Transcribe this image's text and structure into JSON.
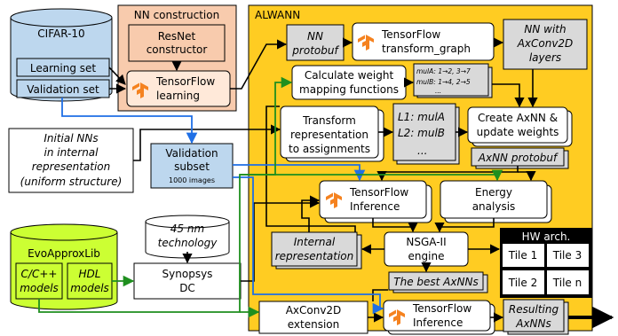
{
  "nn_construction": {
    "title": "NN construction",
    "resnet_line1": "ResNet",
    "resnet_line2": "constructor",
    "tf_learning_line1": "TensorFlow",
    "tf_learning_line2": "learning"
  },
  "cifar": {
    "title": "CIFAR-10",
    "learning_set": "Learning set",
    "validation_set": "Validation set"
  },
  "initial_nns": {
    "line1": "Initial NNs",
    "line2": "in internal",
    "line3": "representation",
    "line4": "(uniform structure)"
  },
  "validation_subset": {
    "line1": "Validation",
    "line2": "subset",
    "note": "1000 images"
  },
  "technology": {
    "line1": "45 nm",
    "line2": "technology"
  },
  "synopsys": {
    "line1": "Synopsys",
    "line2": "DC"
  },
  "evoapprox": {
    "title": "EvoApproxLib",
    "cpp_line1": "C/C++",
    "cpp_line2": "models",
    "hdl_line1": "HDL",
    "hdl_line2": "models"
  },
  "alwann": {
    "title": "ALWANN",
    "nn_protobuf_line1": "NN",
    "nn_protobuf_line2": "protobuf",
    "tf_transform_line1": "TensorFlow",
    "tf_transform_line2": "transform_graph",
    "nn_axconv_line1": "NN with",
    "nn_axconv_line2": "AxConv2D",
    "nn_axconv_line3": "layers",
    "calc_weight_line1": "Calculate weight",
    "calc_weight_line2": "mapping functions",
    "mul_a": "mulA: 1→2, 3→7",
    "mul_b": "mulB: 1→4, 2→5",
    "mul_dots": "...",
    "transform_line1": "Transform",
    "transform_line2": "representation",
    "transform_line3": "to assignments",
    "assign_l1": "L1: mulA",
    "assign_l2": "L2: mulB",
    "assign_dots": "...",
    "create_line1": "Create AxNN &",
    "create_line2": "update weights",
    "axnn_protobuf": "AxNN protobuf",
    "tf_inference_line1": "TensorFlow",
    "tf_inference_line2": "Inference",
    "energy_line1": "Energy",
    "energy_line2": "analysis",
    "internal_line1": "Internal",
    "internal_line2": "representation",
    "nsga_line1": "NSGA-II",
    "nsga_line2": "engine",
    "best_axnns": "The best AxNNs",
    "axconv_ext_line1": "AxConv2D",
    "axconv_ext_line2": "extension",
    "tf_inference2_line1": "TensorFlow",
    "tf_inference2_line2": "Inference",
    "resulting_line1": "Resulting",
    "resulting_line2": "AxNNs"
  },
  "hw_arch": {
    "title": "HW arch.",
    "tiles": [
      "Tile 1",
      "Tile 3",
      "Tile 2",
      "Tile n"
    ]
  },
  "colors": {
    "alwann_bg": "#FFCC22",
    "nn_construction_bg": "#F8CBAD",
    "cifar_bg": "#BDD7EE",
    "evoapprox_bg": "#CCFF33",
    "grey_box": "#D9D9D9",
    "arrow_black": "#000000",
    "arrow_blue": "#1F6FE5",
    "arrow_green": "#1F8F1F",
    "tf_logo": "#F5821F"
  }
}
